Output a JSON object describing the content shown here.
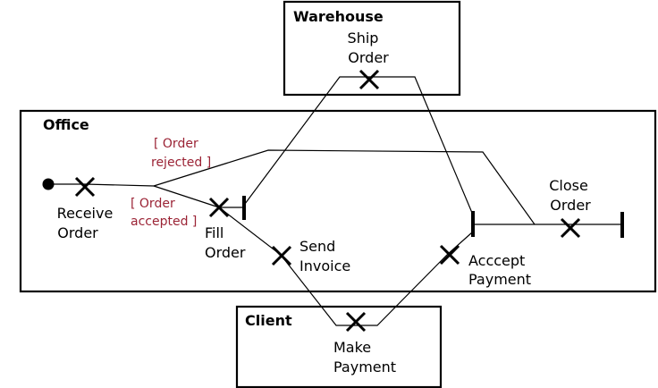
{
  "diagram": {
    "swimlanes": {
      "warehouse": "Warehouse",
      "office": "Office",
      "client": "Client"
    },
    "activities": {
      "ship_order": [
        "Ship",
        "Order"
      ],
      "receive_order": [
        "Receive",
        "Order"
      ],
      "fill_order": [
        "Fill",
        "Order"
      ],
      "send_invoice": [
        "Send",
        "Invoice"
      ],
      "accept_payment": [
        "Acccept",
        "Payment"
      ],
      "close_order": [
        "Close",
        "Order"
      ],
      "make_payment": [
        "Make",
        "Payment"
      ]
    },
    "guards": {
      "order_rejected": [
        "[ Order",
        "rejected ]"
      ],
      "order_accepted": [
        "[ Order",
        "accepted ]"
      ]
    },
    "colors": {
      "guard_text": "#9b2335",
      "line": "#000000"
    }
  }
}
